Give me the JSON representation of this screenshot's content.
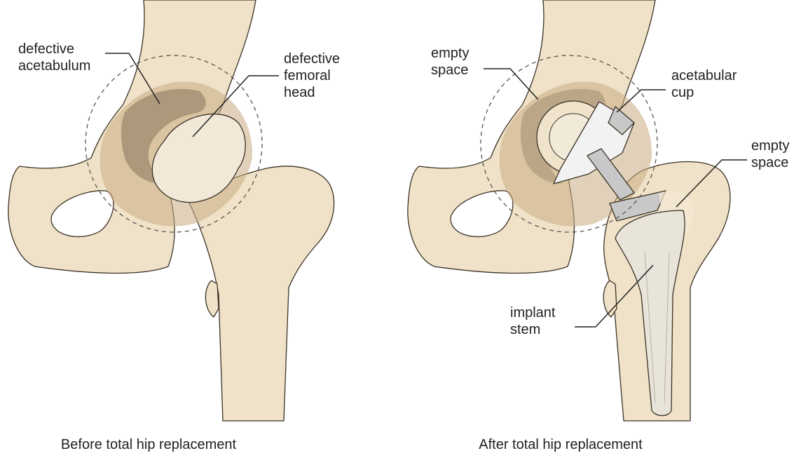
{
  "colors": {
    "bone": "#f0e2c8",
    "bone_light": "#f4ead6",
    "bone_shade": "#c9ab82",
    "defect": "#9c8a6e",
    "femoral_head": "#f1e8d8",
    "implant_cup": "#f2f2f2",
    "implant_metal": "#c8c8c8",
    "implant_stem": "#e8e4da",
    "outline": "#3a3226",
    "dashed_circle": "#555555",
    "background": "#ffffff"
  },
  "before": {
    "caption": "Before total hip replacement",
    "labels": {
      "acetabulum": [
        "defective",
        "acetabulum"
      ],
      "femoral_head": [
        "defective",
        "femoral",
        "head"
      ]
    }
  },
  "after": {
    "caption": "After total hip replacement",
    "labels": {
      "empty_space_pelvis": [
        "empty",
        "space"
      ],
      "acetabular_cup": [
        "acetabular",
        "cup"
      ],
      "empty_space_femur": [
        "empty",
        "space"
      ],
      "implant_stem": [
        "implant",
        "stem"
      ]
    }
  }
}
